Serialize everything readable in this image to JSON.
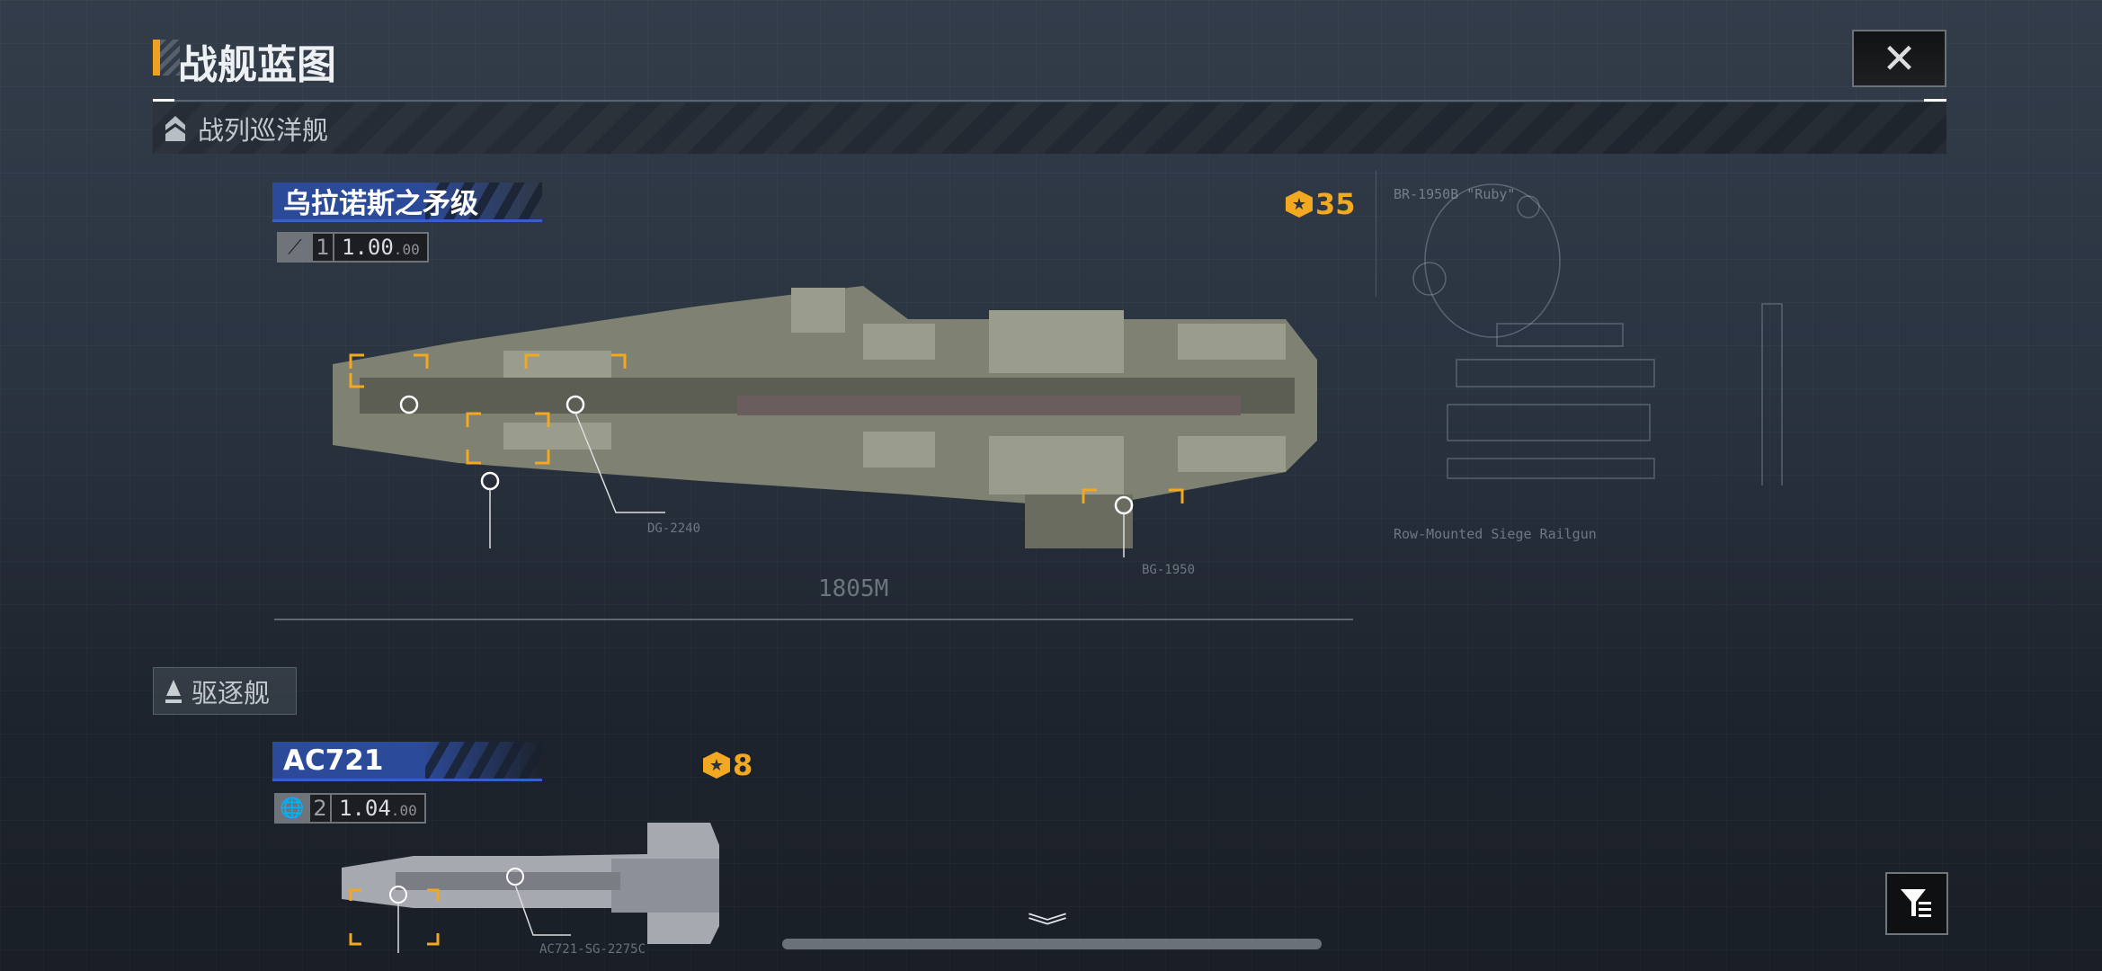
{
  "header": {
    "title": "战舰蓝图",
    "close_icon": "close-icon"
  },
  "categories": [
    {
      "label": "战列巡洋舰",
      "icon": "battlecruiser-chevron-icon"
    },
    {
      "label": "驱逐舰",
      "icon": "destroyer-triangle-icon"
    }
  ],
  "ships": [
    {
      "name": "乌拉诺斯之矛级",
      "tier": "1",
      "value_main": "1.00",
      "value_sub": "00",
      "rank": "35",
      "length": "1805M",
      "callouts": [
        "DG-2240",
        "BG-1950"
      ],
      "annotations": {
        "weapon_title": "BR-1950B \"Ruby\"",
        "railgun": "Row-Mounted Siege Railgun"
      }
    },
    {
      "name": "AC721",
      "tier": "2",
      "value_main": "1.04",
      "value_sub": "00",
      "rank": "8",
      "callouts": [
        "AC721-SG-2275C"
      ]
    }
  ],
  "colors": {
    "accent": "#f2a821",
    "banner": "#2c4a9a"
  }
}
